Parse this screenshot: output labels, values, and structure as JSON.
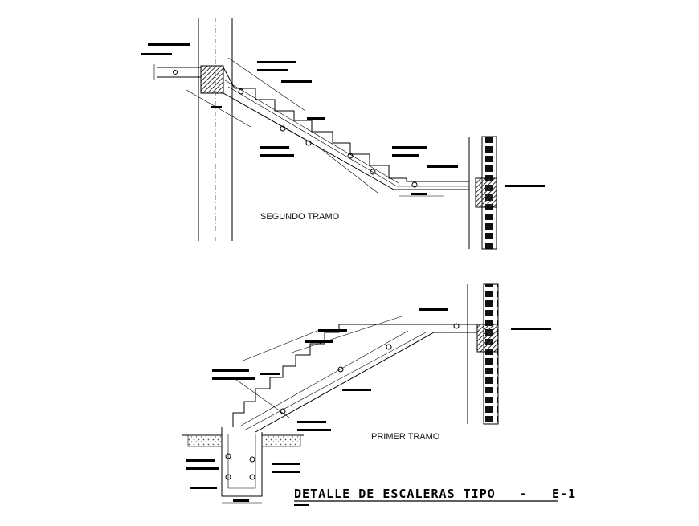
{
  "labels": {
    "upper_flight": "SEGUNDO TRAMO",
    "lower_flight": "PRIMER TRAMO",
    "title": "DETALLE DE ESCALERAS TIPO   -   E-1"
  },
  "colors": {
    "line": "#000000",
    "hatch": "#444444",
    "background": "#ffffff"
  }
}
